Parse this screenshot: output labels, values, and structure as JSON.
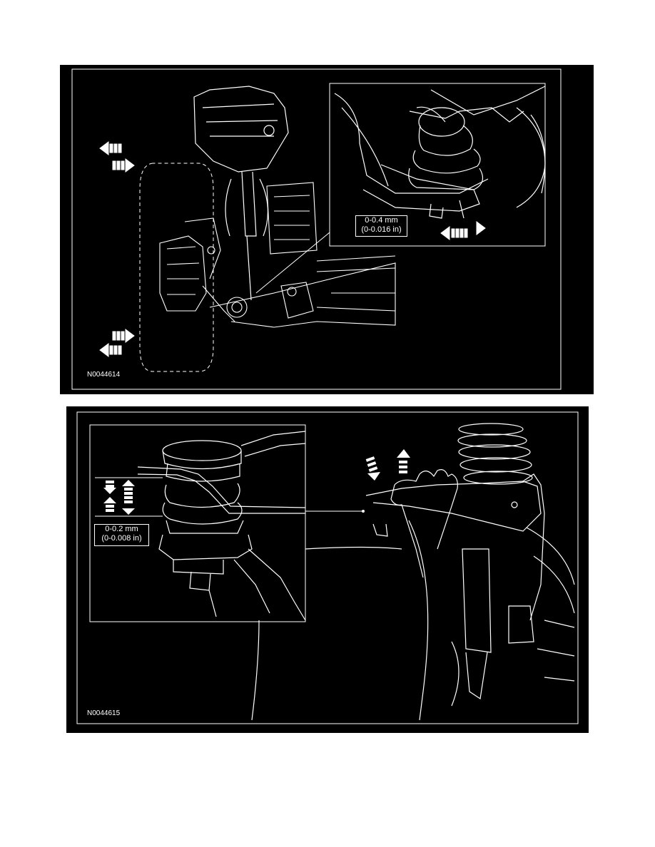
{
  "figures": [
    {
      "id": "N0044614",
      "callout": {
        "line1": "0-0.4 mm",
        "line2": "(0-0.016 in)"
      },
      "icons": [
        "horizontal-double-arrow-icon"
      ]
    },
    {
      "id": "N0044615",
      "callout": {
        "line1": "0-0.2 mm",
        "line2": "(0-0.008 in)"
      },
      "icons": [
        "vertical-double-arrow-icon"
      ]
    }
  ],
  "colors": {
    "background": "#000000",
    "linework": "#ffffff",
    "page": "#ffffff"
  }
}
